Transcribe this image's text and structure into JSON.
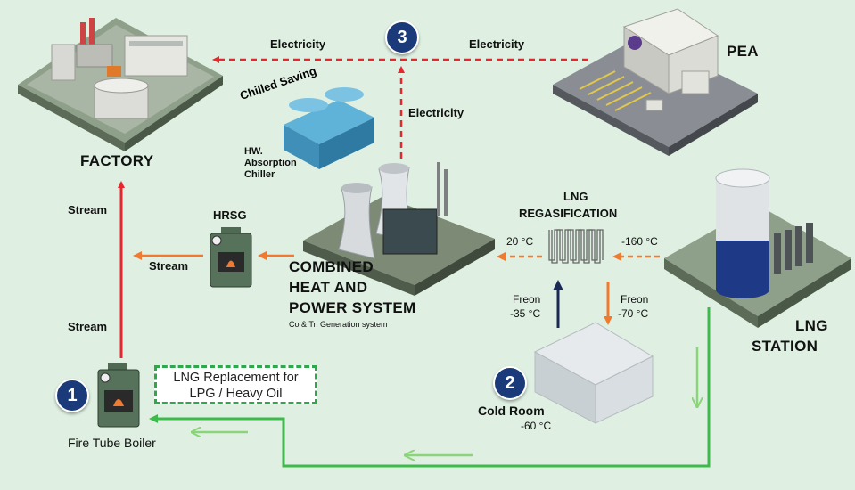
{
  "nodes": {
    "factory": "FACTORY",
    "pea": "PEA",
    "chp_line1": "COMBINED",
    "chp_line2": "HEAT AND",
    "chp_line3": "POWER SYSTEM",
    "chp_sub": "Co & Tri Generation system",
    "hrsg": "HRSG",
    "lng_station_line1": "LNG",
    "lng_station_line2": "STATION",
    "regas_line1": "LNG",
    "regas_line2": "REGASIFICATION",
    "cold_room": "Cold Room",
    "cold_room_temp": "-60 °C",
    "boiler": "Fire Tube Boiler",
    "chiller_caption": "Chilled Saving",
    "chiller_line1": "HW.",
    "chiller_line2": "Absorption",
    "chiller_line3": "Chiller"
  },
  "flow_labels": {
    "electricity_left": "Electricity",
    "electricity_right": "Electricity",
    "electricity_up": "Electricity",
    "stream_top": "Stream",
    "stream_hrsg": "Stream",
    "stream_bottom": "Stream",
    "temp_out": "20 °C",
    "temp_in": "-160 °C",
    "freon_up_label": "Freon",
    "freon_up_temp": "-35 °C",
    "freon_down_label": "Freon",
    "freon_down_temp": "-70 °C"
  },
  "replacement": {
    "line1": "LNG Replacement for",
    "line2": "LPG / Heavy Oil"
  },
  "step_numbers": [
    "1",
    "2",
    "3"
  ],
  "colors": {
    "background": "#dff0e2",
    "electricity": "#e8262d",
    "stream": "#f07b30",
    "lng_line": "#3dbb4a",
    "badge": "#1b3a7a",
    "freon_up": "#1b2a55"
  }
}
